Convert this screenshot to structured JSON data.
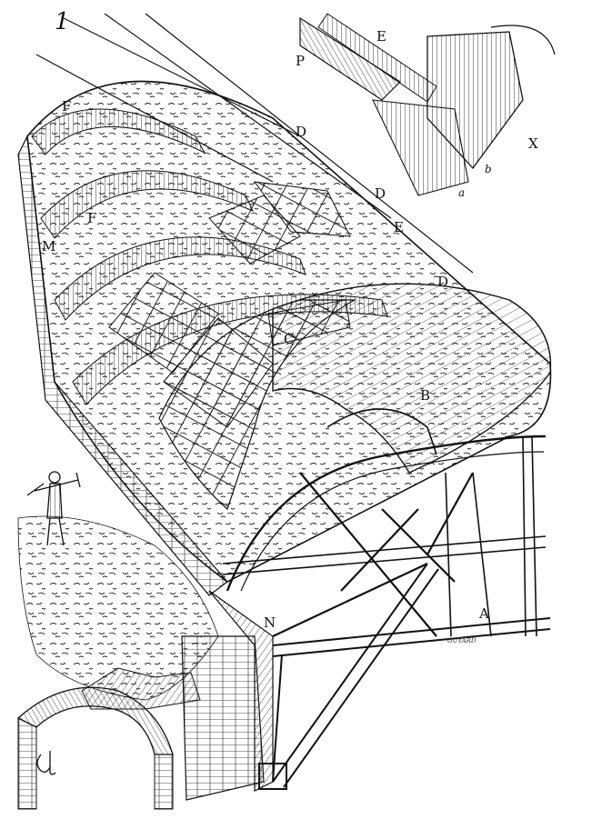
{
  "figure": {
    "number": "1",
    "engraver_signature": "GUYARD"
  },
  "labels": {
    "A": "A",
    "B": "B",
    "C": "C",
    "D1": "D",
    "D2": "D",
    "D3": "D",
    "E1": "E",
    "E2": "E",
    "F1": "F",
    "F2": "F",
    "M": "M",
    "N": "N",
    "P": "P",
    "X": "X",
    "a": "a",
    "b": "b"
  },
  "colors": {
    "ink": "#111111",
    "paper": "#ffffff"
  }
}
